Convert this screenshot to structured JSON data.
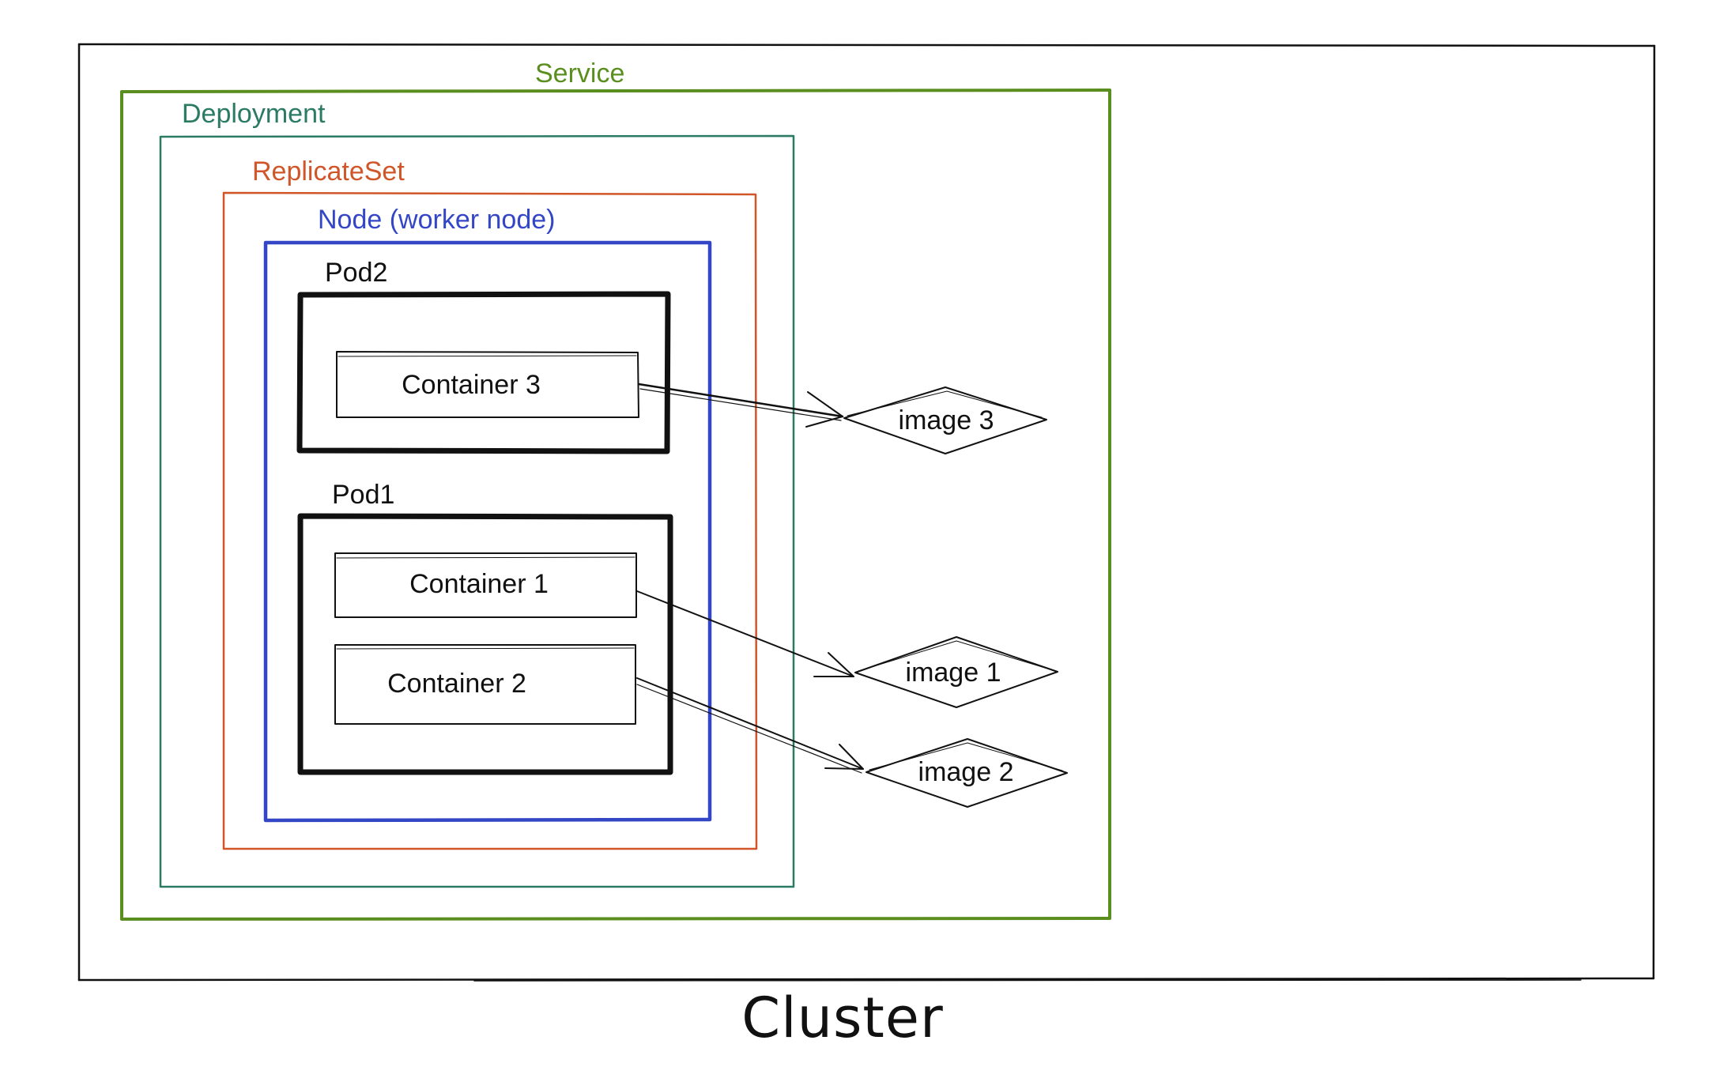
{
  "diagram": {
    "cluster": {
      "label": "Cluster"
    },
    "service": {
      "label": "Service",
      "color": "#5a8f1f"
    },
    "deployment": {
      "label": "Deployment",
      "color": "#2b7a63"
    },
    "replicaset": {
      "label": "ReplicateSet",
      "color": "#d0562a"
    },
    "node": {
      "label": "Node (worker node)",
      "color": "#3346c6"
    },
    "pods": [
      {
        "label": "Pod2",
        "containers": [
          "Container 3"
        ]
      },
      {
        "label": "Pod1",
        "containers": [
          "Container 1",
          "Container 2"
        ]
      }
    ],
    "images": [
      "image 3",
      "image 1",
      "image 2"
    ],
    "colors": {
      "ink": "#111111"
    }
  }
}
